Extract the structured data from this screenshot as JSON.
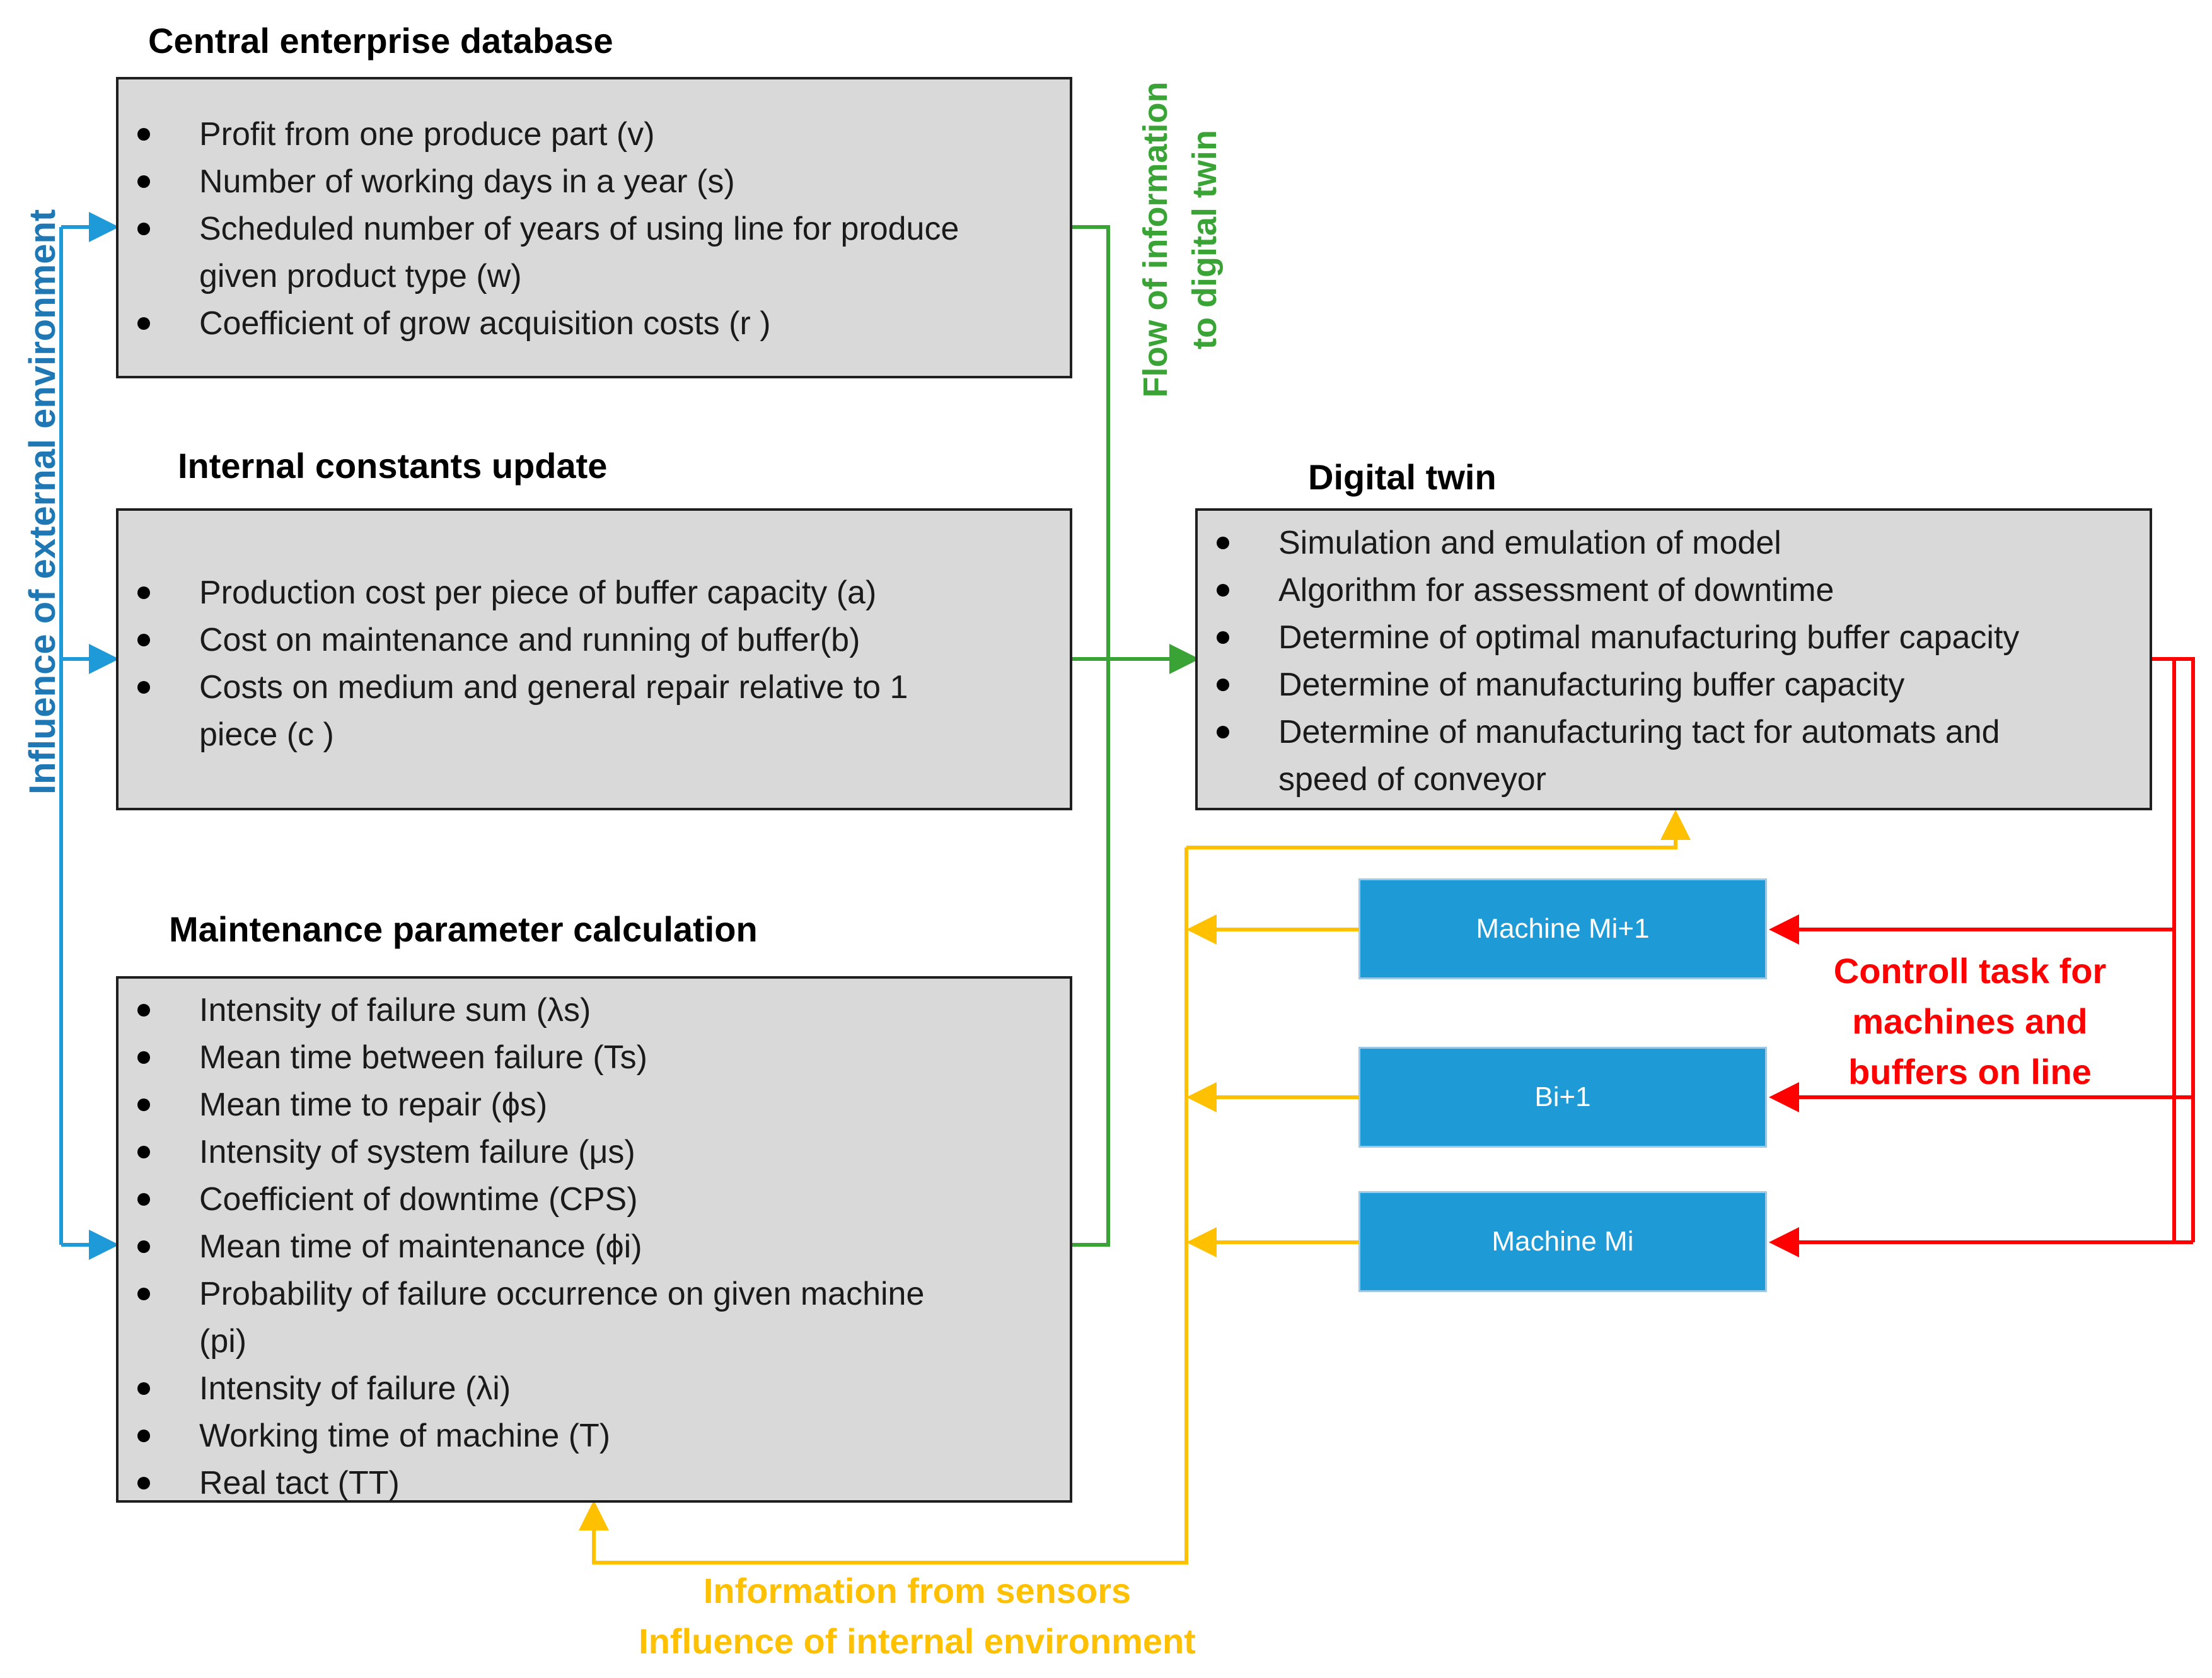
{
  "colors": {
    "blue": "#1f9ad9",
    "green": "#3aa335",
    "orange": "#ffc000",
    "red": "#ff0000",
    "box_fill": "#d9d9d9",
    "machine_fill": "#1e9ad6"
  },
  "central": {
    "title": "Central enterprise database",
    "items": [
      "Profit from one produce part (v)",
      "Number of working days in a year (s)",
      "Scheduled number of years of using line for produce",
      "given product type (w)",
      "Coefficient of grow acquisition costs (r )"
    ]
  },
  "internal": {
    "title": "Internal constants update",
    "items": [
      "Production cost per piece of buffer capacity (a)",
      "Cost on maintenance and running of buffer(b)",
      "Costs on medium and general repair relative to 1",
      "piece (c )"
    ]
  },
  "maintenance": {
    "title": "Maintenance parameter calculation",
    "items": [
      "Intensity of failure sum (λs)",
      "Mean time between failure (Ts)",
      "Mean time to repair (ϕs)",
      "Intensity of system failure (μs)",
      "Coefficient of downtime (CPS)",
      "Mean time of maintenance (ϕi)",
      "Probability of failure occurrence on given machine",
      "(pi)",
      "Intensity of failure (λi)",
      "Working time of machine (T)",
      "Real tact (TT)"
    ]
  },
  "twin": {
    "title": "Digital twin",
    "items": [
      "Simulation and emulation  of model",
      "Algorithm for assessment of downtime",
      "Determine of optimal manufacturing buffer capacity",
      "Determine of manufacturing buffer capacity",
      "Determine of manufacturing tact for automats and",
      "speed of conveyor"
    ]
  },
  "machines": {
    "m_next": "Machine Mi+1",
    "buffer": "Bi+1",
    "m_i": "Machine Mi"
  },
  "labels": {
    "external": "Influence of external environment",
    "flow_line1": "Flow of information",
    "flow_line2": "to digital twin",
    "control_line1": "Controll task for",
    "control_line2": "machines and",
    "control_line3": "buffers on line",
    "sensors_line1": "Information from sensors",
    "sensors_line2": "Influence of internal environment"
  }
}
